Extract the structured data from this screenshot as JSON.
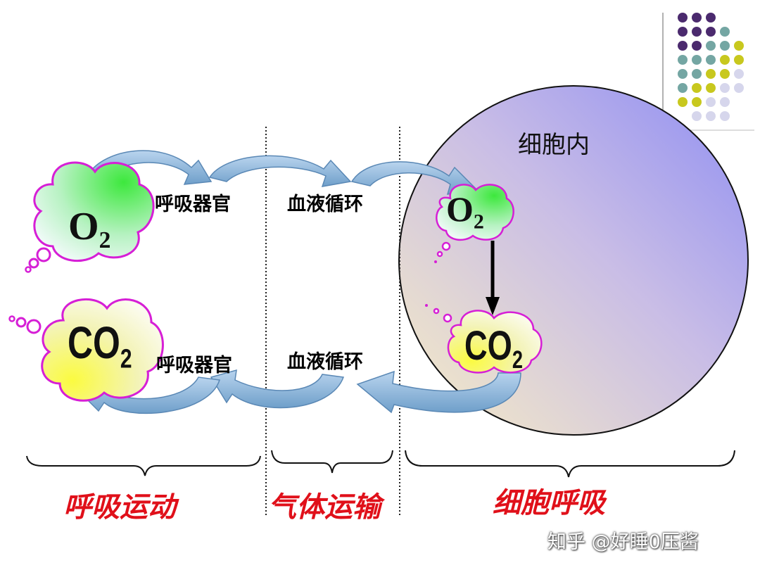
{
  "molecules": {
    "o2_left": {
      "main": "O",
      "sub": "2"
    },
    "co2_left": {
      "main": "CO",
      "sub": "2"
    },
    "o2_cell": {
      "main": "O",
      "sub": "2"
    },
    "co2_cell": {
      "main": "CO",
      "sub": "2"
    }
  },
  "labels": {
    "organ_top": "呼吸器官",
    "organ_bottom": "呼吸器官",
    "circulation_top": "血液循环",
    "circulation_bottom": "血液循环",
    "cell_inside": "细胞内"
  },
  "phases": [
    "呼吸运动",
    "气体运输",
    "细胞呼吸"
  ],
  "watermark": "知乎 @好睡0压酱",
  "colors": {
    "phase_text": "#e0101a",
    "arrow_fill": "#8fb8dc",
    "cloud_border": "#d61fd6",
    "dot_purple": "#4b2a6e",
    "dot_teal": "#74a6a3",
    "dot_yellow": "#c8c81e",
    "dot_lavender": "#d6d6ec"
  }
}
